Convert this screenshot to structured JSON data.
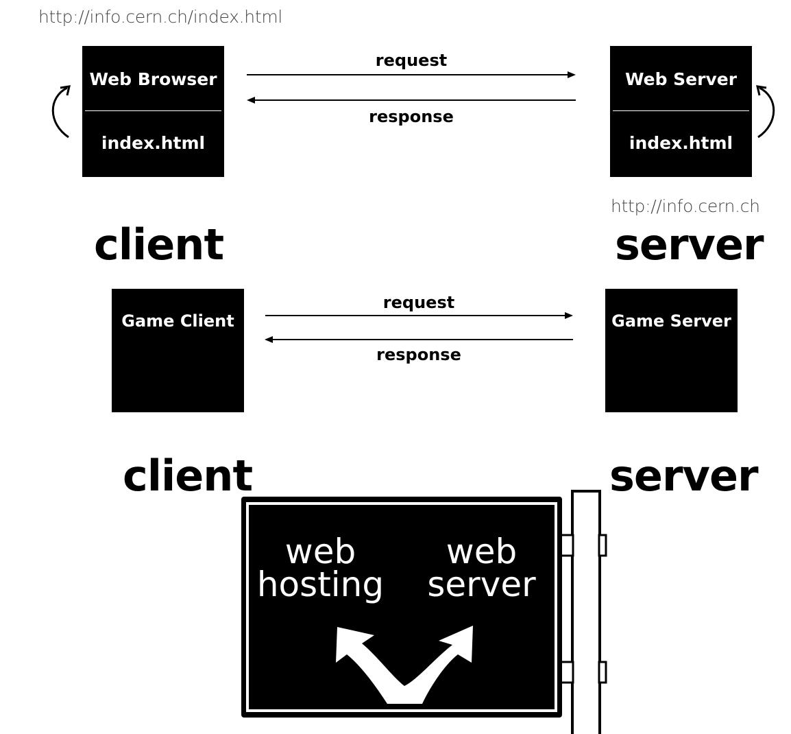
{
  "web": {
    "client_url": "http://info.cern.ch/index.html",
    "server_url": "http://info.cern.ch",
    "browser_title": "Web Browser",
    "browser_file": "index.html",
    "server_title": "Web Server",
    "server_file": "index.html",
    "request_label": "request",
    "response_label": "response",
    "client_label": "client",
    "server_label": "server"
  },
  "game": {
    "client_title": "Game Client",
    "server_title": "Game Server",
    "request_label": "request",
    "response_label": "response",
    "client_label": "client",
    "server_label": "server"
  },
  "sign": {
    "left_line1": "web",
    "left_line2": "hosting",
    "right_line1": "web",
    "right_line2": "server"
  }
}
